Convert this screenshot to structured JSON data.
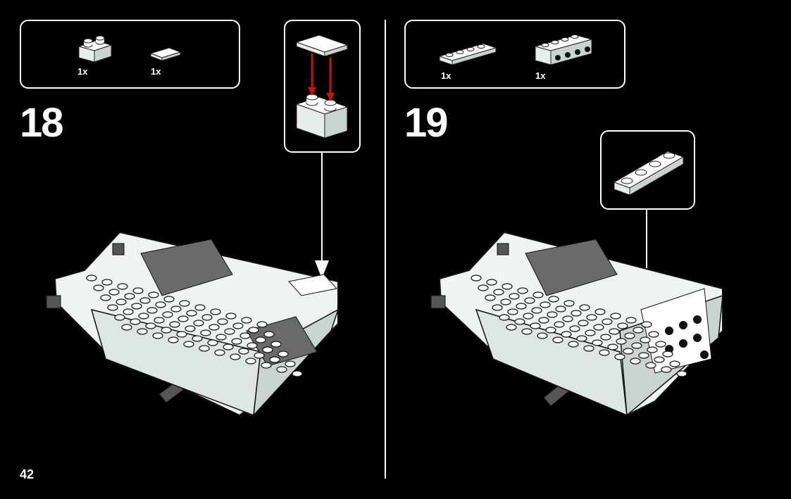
{
  "page": {
    "number": "42"
  },
  "steps": [
    {
      "number": "18",
      "parts": [
        {
          "qty": "1x",
          "icon": "brick-1x2-icon"
        },
        {
          "qty": "1x",
          "icon": "tile-1x2-icon"
        }
      ]
    },
    {
      "number": "19",
      "parts": [
        {
          "qty": "1x",
          "icon": "plate-1x4-icon"
        },
        {
          "qty": "1x",
          "icon": "technic-brick-1x4-icon"
        }
      ]
    }
  ],
  "colors": {
    "background": "#000000",
    "line": "#ffffff",
    "arrow": "#cc1111",
    "brick": "#eef4f2",
    "dark_brick": "#6a6a6a"
  }
}
